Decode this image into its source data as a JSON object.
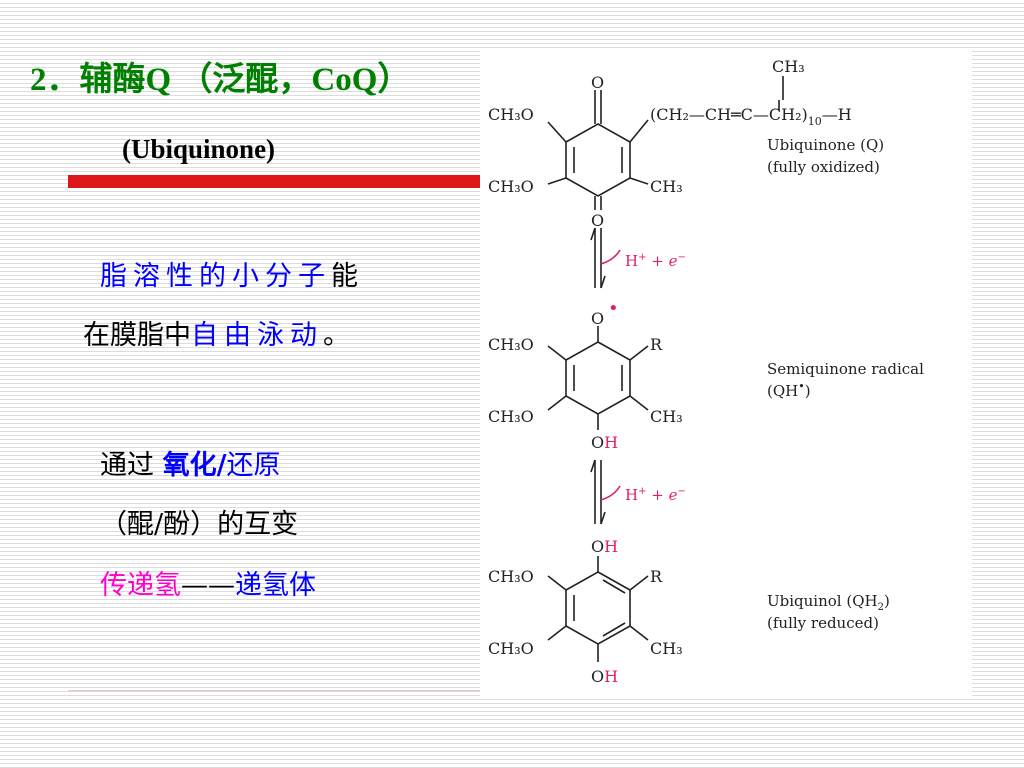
{
  "title": {
    "number": "2．",
    "cn_name": "辅酶",
    "letter": "Q",
    "paren_open": "（",
    "alias": "泛醌，",
    "coq": "CoQ",
    "paren_close": "）"
  },
  "subtitle": "(Ubiquinone)",
  "paragraph1": {
    "line1_blue": "脂溶性的小分子",
    "line1_black": "能",
    "line2_black": "在膜脂中",
    "line2_blue": "自由泳动",
    "line2_end": "。"
  },
  "paragraph2": {
    "line1_black": "通过 ",
    "line1_blue": "氧化/",
    "line1_blue2": "还原",
    "line2": "（醌/酚）的互变",
    "line3_pink": "传递氢",
    "line3_dash": "——",
    "line3_blue": "递氢体"
  },
  "figure": {
    "ubiquinone": {
      "top_O": "O",
      "ch3o_top": "CH₃O",
      "ch3o_bottom": "CH₃O",
      "bottom_O": "O",
      "ch3": "CH₃",
      "chain_ch3": "CH₃",
      "chain": "(CH₂—CH═C—CH₂)",
      "chain_sub": "10",
      "chain_end": "—H",
      "label1": "Ubiquinone (Q)",
      "label2": "(fully oxidized)"
    },
    "step1": {
      "text1": "H",
      "sup1": "+",
      "plus": " + ",
      "e": "e",
      "sup2": "−"
    },
    "semiquinone": {
      "top_O": "O",
      "radical_dot": "•",
      "ch3o_top": "CH₃O",
      "ch3o_bottom": "CH₃O",
      "R": "R",
      "ch3": "CH₃",
      "oh_O": "O",
      "oh_H": "H",
      "label1": "Semiquinone radical",
      "label2": "(QH",
      "label2_dot": "•",
      "label2_end": ")"
    },
    "step2": {
      "text1": "H",
      "sup1": "+",
      "plus": " + ",
      "e": "e",
      "sup2": "−"
    },
    "ubiquinol": {
      "top_O": "O",
      "top_H": "H",
      "ch3o_top": "CH₃O",
      "ch3o_bottom": "CH₃O",
      "R": "R",
      "ch3": "CH₃",
      "bottom_O": "O",
      "bottom_H": "H",
      "label1": "Ubiquinol (QH",
      "label1_sub": "2",
      "label1_end": ")",
      "label2": "(fully reduced)"
    }
  },
  "colors": {
    "title_green": "#008000",
    "red_bar": "#dd1717",
    "blue": "#0000ff",
    "pink": "#ff00cc",
    "figure_pink": "#e0206a"
  }
}
